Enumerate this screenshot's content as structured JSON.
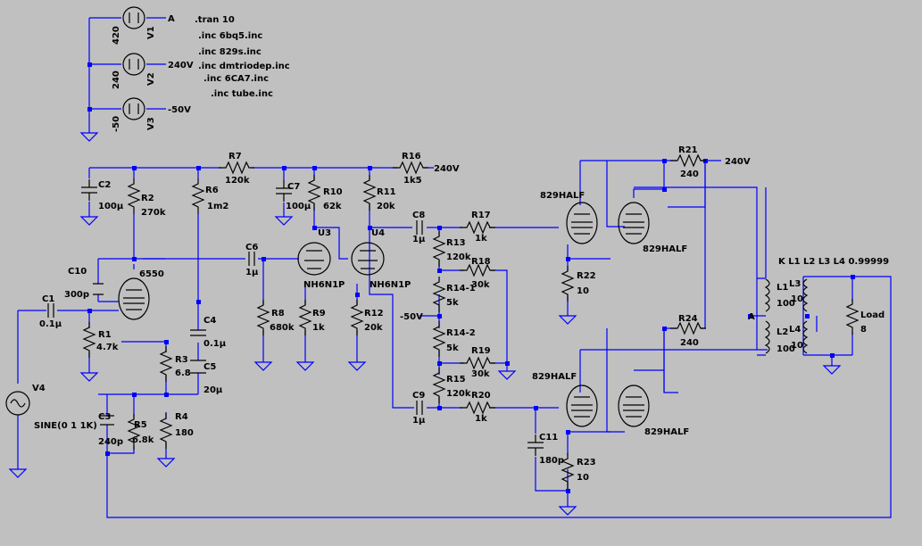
{
  "directives": {
    "tran": ".tran 10",
    "inc1": ".inc 6bq5.inc",
    "inc2": ".inc 829s.inc",
    "inc3": ".inc dmtriodep.inc",
    "inc4": ".inc 6CA7.inc",
    "inc5": ".inc tube.inc",
    "coupling": "K L1 L2 L3 L4 0.99999"
  },
  "nets": {
    "a": "A",
    "v240": "240V",
    "vneg50": "-50V"
  },
  "sources": {
    "v1": {
      "name": "V1",
      "value": "420"
    },
    "v2": {
      "name": "V2",
      "value": "240"
    },
    "v3": {
      "name": "V3",
      "value": "-50"
    },
    "v4": {
      "name": "V4",
      "value": "SINE(0 1 1K)"
    }
  },
  "resistors": {
    "r1": {
      "name": "R1",
      "value": "4.7k"
    },
    "r2": {
      "name": "R2",
      "value": "270k"
    },
    "r3": {
      "name": "R3",
      "value": "6.8"
    },
    "r4": {
      "name": "R4",
      "value": "180"
    },
    "r5": {
      "name": "R5",
      "value": "6.8k"
    },
    "r6": {
      "name": "R6",
      "value": "1m2"
    },
    "r7": {
      "name": "R7",
      "value": "120k"
    },
    "r8": {
      "name": "R8",
      "value": "680k"
    },
    "r9": {
      "name": "R9",
      "value": "1k"
    },
    "r10": {
      "name": "R10",
      "value": "62k"
    },
    "r11": {
      "name": "R11",
      "value": "20k"
    },
    "r12": {
      "name": "R12",
      "value": "20k"
    },
    "r13": {
      "name": "R13",
      "value": "120k"
    },
    "r14_1": {
      "name": "R14-1",
      "value": "5k"
    },
    "r14_2": {
      "name": "R14-2",
      "value": "5k"
    },
    "r15": {
      "name": "R15",
      "value": "120k"
    },
    "r16": {
      "name": "R16",
      "value": "1k5"
    },
    "r17": {
      "name": "R17",
      "value": "1k"
    },
    "r18": {
      "name": "R18",
      "value": "30k"
    },
    "r19": {
      "name": "R19",
      "value": "30k"
    },
    "r20": {
      "name": "R20",
      "value": "1k"
    },
    "r21": {
      "name": "R21",
      "value": "240"
    },
    "r22": {
      "name": "R22",
      "value": "10"
    },
    "r23": {
      "name": "R23",
      "value": "10"
    },
    "r24": {
      "name": "R24",
      "value": "240"
    },
    "load": {
      "name": "Load",
      "value": "8"
    }
  },
  "capacitors": {
    "c1": {
      "name": "C1",
      "value": "0.1µ"
    },
    "c2": {
      "name": "C2",
      "value": "100µ"
    },
    "c3": {
      "name": "C3",
      "value": "240p"
    },
    "c4": {
      "name": "C4",
      "value": "0.1µ"
    },
    "c5": {
      "name": "C5",
      "value": "20µ"
    },
    "c6": {
      "name": "C6",
      "value": "1µ"
    },
    "c7": {
      "name": "C7",
      "value": "100µ"
    },
    "c8": {
      "name": "C8",
      "value": "1µ"
    },
    "c9": {
      "name": "C9",
      "value": "1µ"
    },
    "c10": {
      "name": "C10",
      "value": "300p"
    },
    "c11": {
      "name": "C11",
      "value": "180p"
    }
  },
  "tubes": {
    "u1": {
      "model": "6550"
    },
    "u3": {
      "name": "U3",
      "model": "NH6N1P"
    },
    "u4": {
      "name": "U4",
      "model": "NH6N1P"
    },
    "p1": {
      "model": "829HALF"
    },
    "p2": {
      "model": "829HALF"
    },
    "p3": {
      "model": "829HALF"
    },
    "p4": {
      "model": "829HALF"
    }
  },
  "inductors": {
    "l1": {
      "name": "L1",
      "value": "100"
    },
    "l2": {
      "name": "L2",
      "value": "100"
    },
    "l3": {
      "name": "L3",
      "value": "10"
    },
    "l4": {
      "name": "L4",
      "value": "10"
    }
  }
}
